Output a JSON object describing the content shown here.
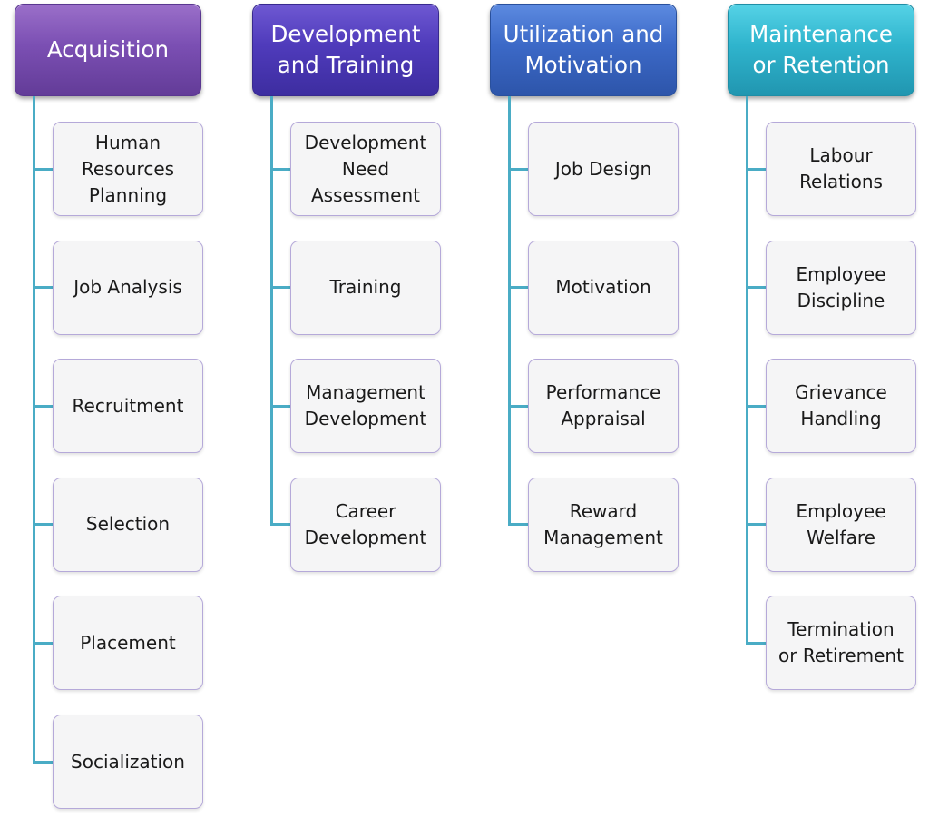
{
  "columns": [
    {
      "title": "Acquisition",
      "items": [
        "Human\nResources\nPlanning",
        "Job Analysis",
        "Recruitment",
        "Selection",
        "Placement",
        "Socialization"
      ]
    },
    {
      "title": "Development\nand Training",
      "items": [
        "Development\nNeed\nAssessment",
        "Training",
        "Management\nDevelopment",
        "Career\nDevelopment"
      ]
    },
    {
      "title": "Utilization and\nMotivation",
      "items": [
        "Job Design",
        "Motivation",
        "Performance\nAppraisal",
        "Reward\nManagement"
      ]
    },
    {
      "title": "Maintenance\nor Retention",
      "items": [
        "Labour\nRelations",
        "Employee\nDiscipline",
        "Grievance\nHandling",
        "Employee\nWelfare",
        "Termination\nor Retirement"
      ]
    }
  ],
  "colors": {
    "connector": "#4aacc5",
    "acquisition": "#7b4fb3",
    "development": "#4f3bbb",
    "utilization": "#3c69c7",
    "maintenance": "#2fb4cd"
  }
}
